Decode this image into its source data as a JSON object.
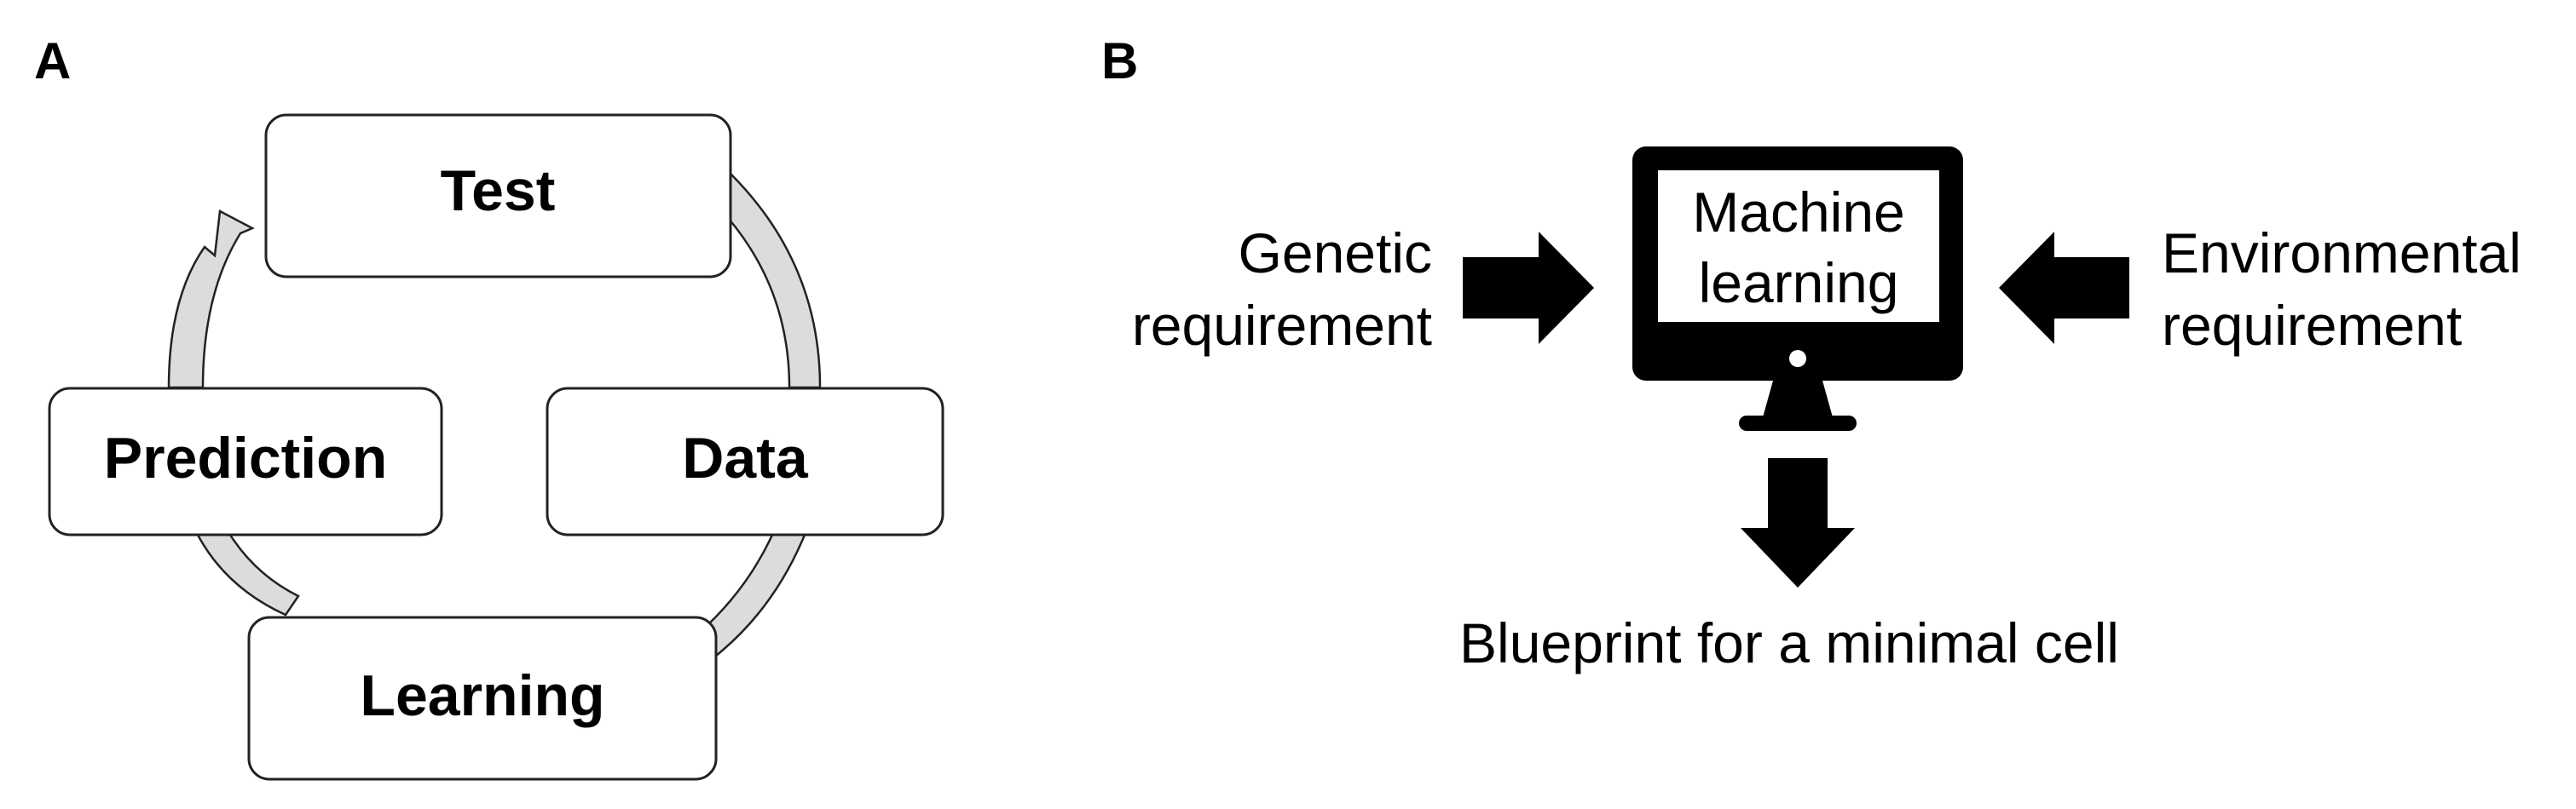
{
  "panel_a": {
    "label": "A",
    "cycle_nodes": {
      "test": "Test",
      "data": "Data",
      "learning": "Learning",
      "prediction": "Prediction"
    }
  },
  "panel_b": {
    "label": "B",
    "left_input": {
      "line1": "Genetic",
      "line2": "requirement"
    },
    "right_input": {
      "line1": "Environmental",
      "line2": "requirement"
    },
    "computer": {
      "line1": "Machine",
      "line2": "learning"
    },
    "output": "Blueprint for a minimal cell"
  }
}
